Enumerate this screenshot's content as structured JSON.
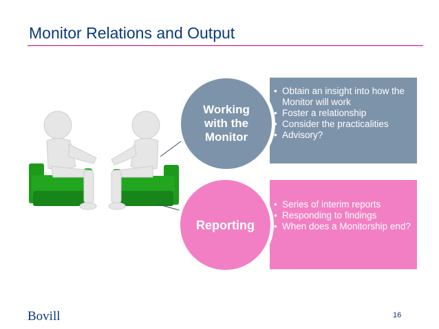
{
  "slide": {
    "title": "Monitor Relations and Output",
    "page_number": "16",
    "logo_text": "Bovill"
  },
  "items": [
    {
      "heading": "Working with the Monitor",
      "bullets": [
        "Obtain an insight into how the Monitor will work",
        "Foster a relationship",
        "Consider the practicalities",
        "Advisory?"
      ]
    },
    {
      "heading": "Reporting",
      "bullets": [
        "Series of interim reports",
        "Responding to findings",
        "When does a Monitorship end?"
      ]
    }
  ],
  "colors": {
    "title": "#0b3a78",
    "rule": "#c9007a",
    "item1": "#7d93aa",
    "item2": "#f27fc3",
    "chair": "#22a51f"
  }
}
